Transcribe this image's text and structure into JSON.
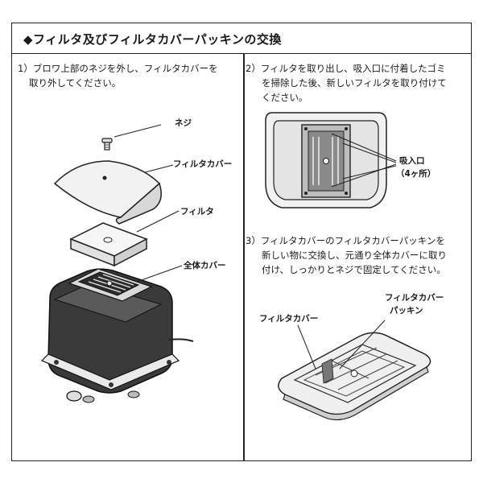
{
  "title": "◆フィルタ及びフィルタカバーパッキンの交換",
  "step1": {
    "lines": [
      "1）ブロワ上部のネジを外し、フィルタカバーを",
      "取り外してください。"
    ]
  },
  "step2": {
    "lines": [
      "2）フィルタを取り出し、吸入口に付着したゴミ",
      "を掃除した後、新しいフィルタを取り付けて",
      "ください。"
    ]
  },
  "step3": {
    "lines": [
      "3）フィルタカバーのフィルタカバーパッキンを",
      "新しい物に交換し、元通り全体カバーに取り",
      "付け、しっかりとネジで固定してください。"
    ]
  },
  "labels": {
    "screw": "ネジ",
    "filter_cover": "フィルタカバー",
    "filter": "フィルタ",
    "whole_cover": "全体カバー",
    "intake_line1": "吸入口",
    "intake_line2": "（4ヶ所）",
    "cover2": "フィルタカバー",
    "packing_line1": "フィルタカバー",
    "packing_line2": "パッキン"
  }
}
